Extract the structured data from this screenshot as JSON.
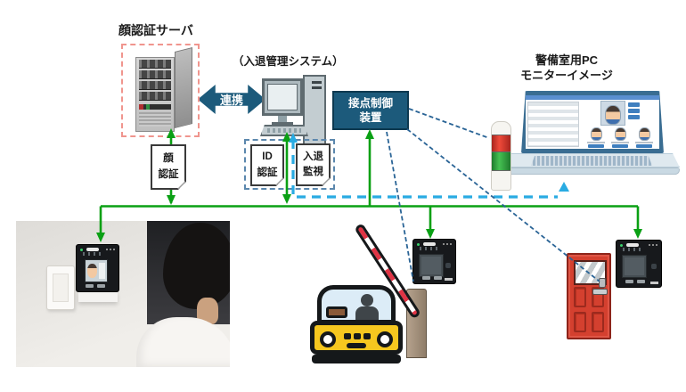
{
  "diagram": {
    "face_server": {
      "title": "顔認証サーバ"
    },
    "link_arrow": {
      "label": "連携"
    },
    "management_system": {
      "label": "（入退管理システム）"
    },
    "contact_controller": {
      "line1": "接点制御",
      "line2": "装置"
    },
    "security_pc": {
      "title_line1": "警備室用PC",
      "title_line2": "モニターイメージ"
    },
    "notes": {
      "face_auth": {
        "line1": "顔",
        "line2": "認証"
      },
      "id_auth": {
        "line1": "ID",
        "line2": "認証"
      },
      "entry_exit_monitor": {
        "line1": "入退",
        "line2": "監視"
      }
    },
    "colors": {
      "accent_teal": "#1c5a7b",
      "line_green": "#0aa014",
      "line_cyan": "#29abe2",
      "line_steel_blue": "#2a6496",
      "server_zone_dash_red": "#f0958e",
      "door_red": "#d4402f",
      "signal_red": "#e2342b",
      "signal_green": "#3cb54a",
      "car_yellow": "#f6c71f"
    }
  }
}
